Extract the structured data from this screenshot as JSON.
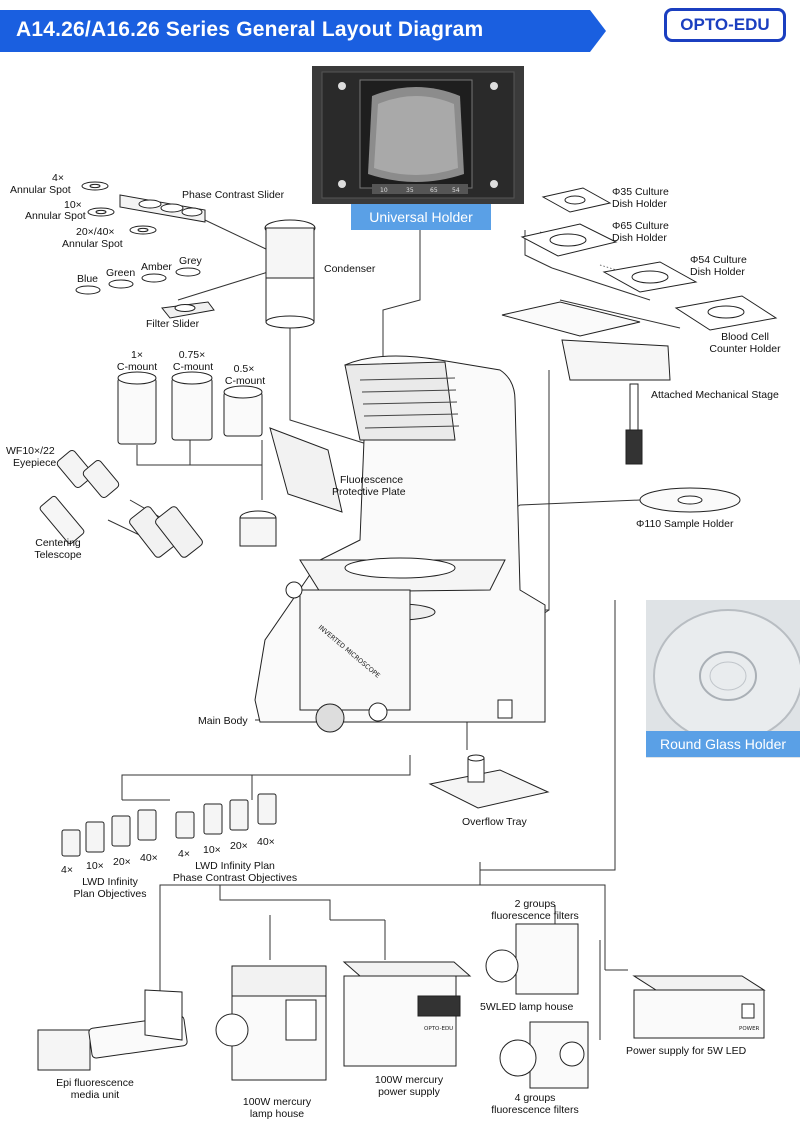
{
  "header": {
    "title": "A14.26/A16.26 Series General Layout Diagram",
    "brand": "OPTO-EDU"
  },
  "colors": {
    "banner": "#1a5fe0",
    "badge": "#5aa0e6",
    "brand": "#1b3fc0",
    "line": "#333333"
  },
  "badges": {
    "universal_holder": "Universal Holder",
    "round_glass_holder": "Round Glass Holder"
  },
  "universal_holder_scale": [
    "10",
    "35",
    "65",
    "54"
  ],
  "labels": {
    "spot4": "4×",
    "annular4": "Annular Spot",
    "spot10": "10×",
    "annular10": "Annular Spot",
    "spot20_40": "20×/40×",
    "annular20_40": "Annular Spot",
    "phase_slider": "Phase Contrast Slider",
    "condenser": "Condenser",
    "blue": "Blue",
    "green": "Green",
    "amber": "Amber",
    "grey": "Grey",
    "filter_slider": "Filter Slider",
    "cmount1": "1×",
    "cmount1b": "C-mount",
    "cmount075": "0.75×",
    "cmount075b": "C-mount",
    "cmount05": "0.5×",
    "cmount05b": "C-mount",
    "eyepiece1": "WF10×/22",
    "eyepiece2": "Eyepiece",
    "centering1": "Centering",
    "centering2": "Telescope",
    "fluor_plate1": "Fluorescence",
    "fluor_plate2": "Protective Plate",
    "main_body": "Main Body",
    "overflow_tray": "Overflow Tray",
    "dish35a": "Φ35 Culture",
    "dish35b": "Dish Holder",
    "dish65a": "Φ65 Culture",
    "dish65b": "Dish Holder",
    "dish54a": "Φ54 Culture",
    "dish54b": "Dish Holder",
    "blood1": "Blood Cell",
    "blood2": "Counter Holder",
    "mech_stage": "Attached Mechanical Stage",
    "sample_holder": "Φ110 Sample Holder",
    "obj_mag": [
      "4×",
      "10×",
      "20×",
      "40×"
    ],
    "lwd1": "LWD Infinity",
    "lwd2": "Plan Objectives",
    "pc_mag": [
      "4×",
      "10×",
      "20×",
      "40×"
    ],
    "lwdpc1": "LWD Infinity Plan",
    "lwdpc2": "Phase Contrast Objectives",
    "epi1": "Epi fluorescence",
    "epi2": "media unit",
    "lamp1": "100W mercury",
    "lamp2": "lamp house",
    "power1": "100W mercury",
    "power2": "power supply",
    "filters2a": "2 groups",
    "filters2b": "fluorescence filters",
    "led_lamp": "5WLED lamp house",
    "filters4a": "4 groups",
    "filters4b": "fluorescence filters",
    "led_power": "Power supply for 5W LED"
  },
  "device_text": {
    "microscope_side": "INVERTED MICROSCOPE",
    "power_badge": "POWER",
    "lamp_logo": "OPTO-EDU"
  }
}
